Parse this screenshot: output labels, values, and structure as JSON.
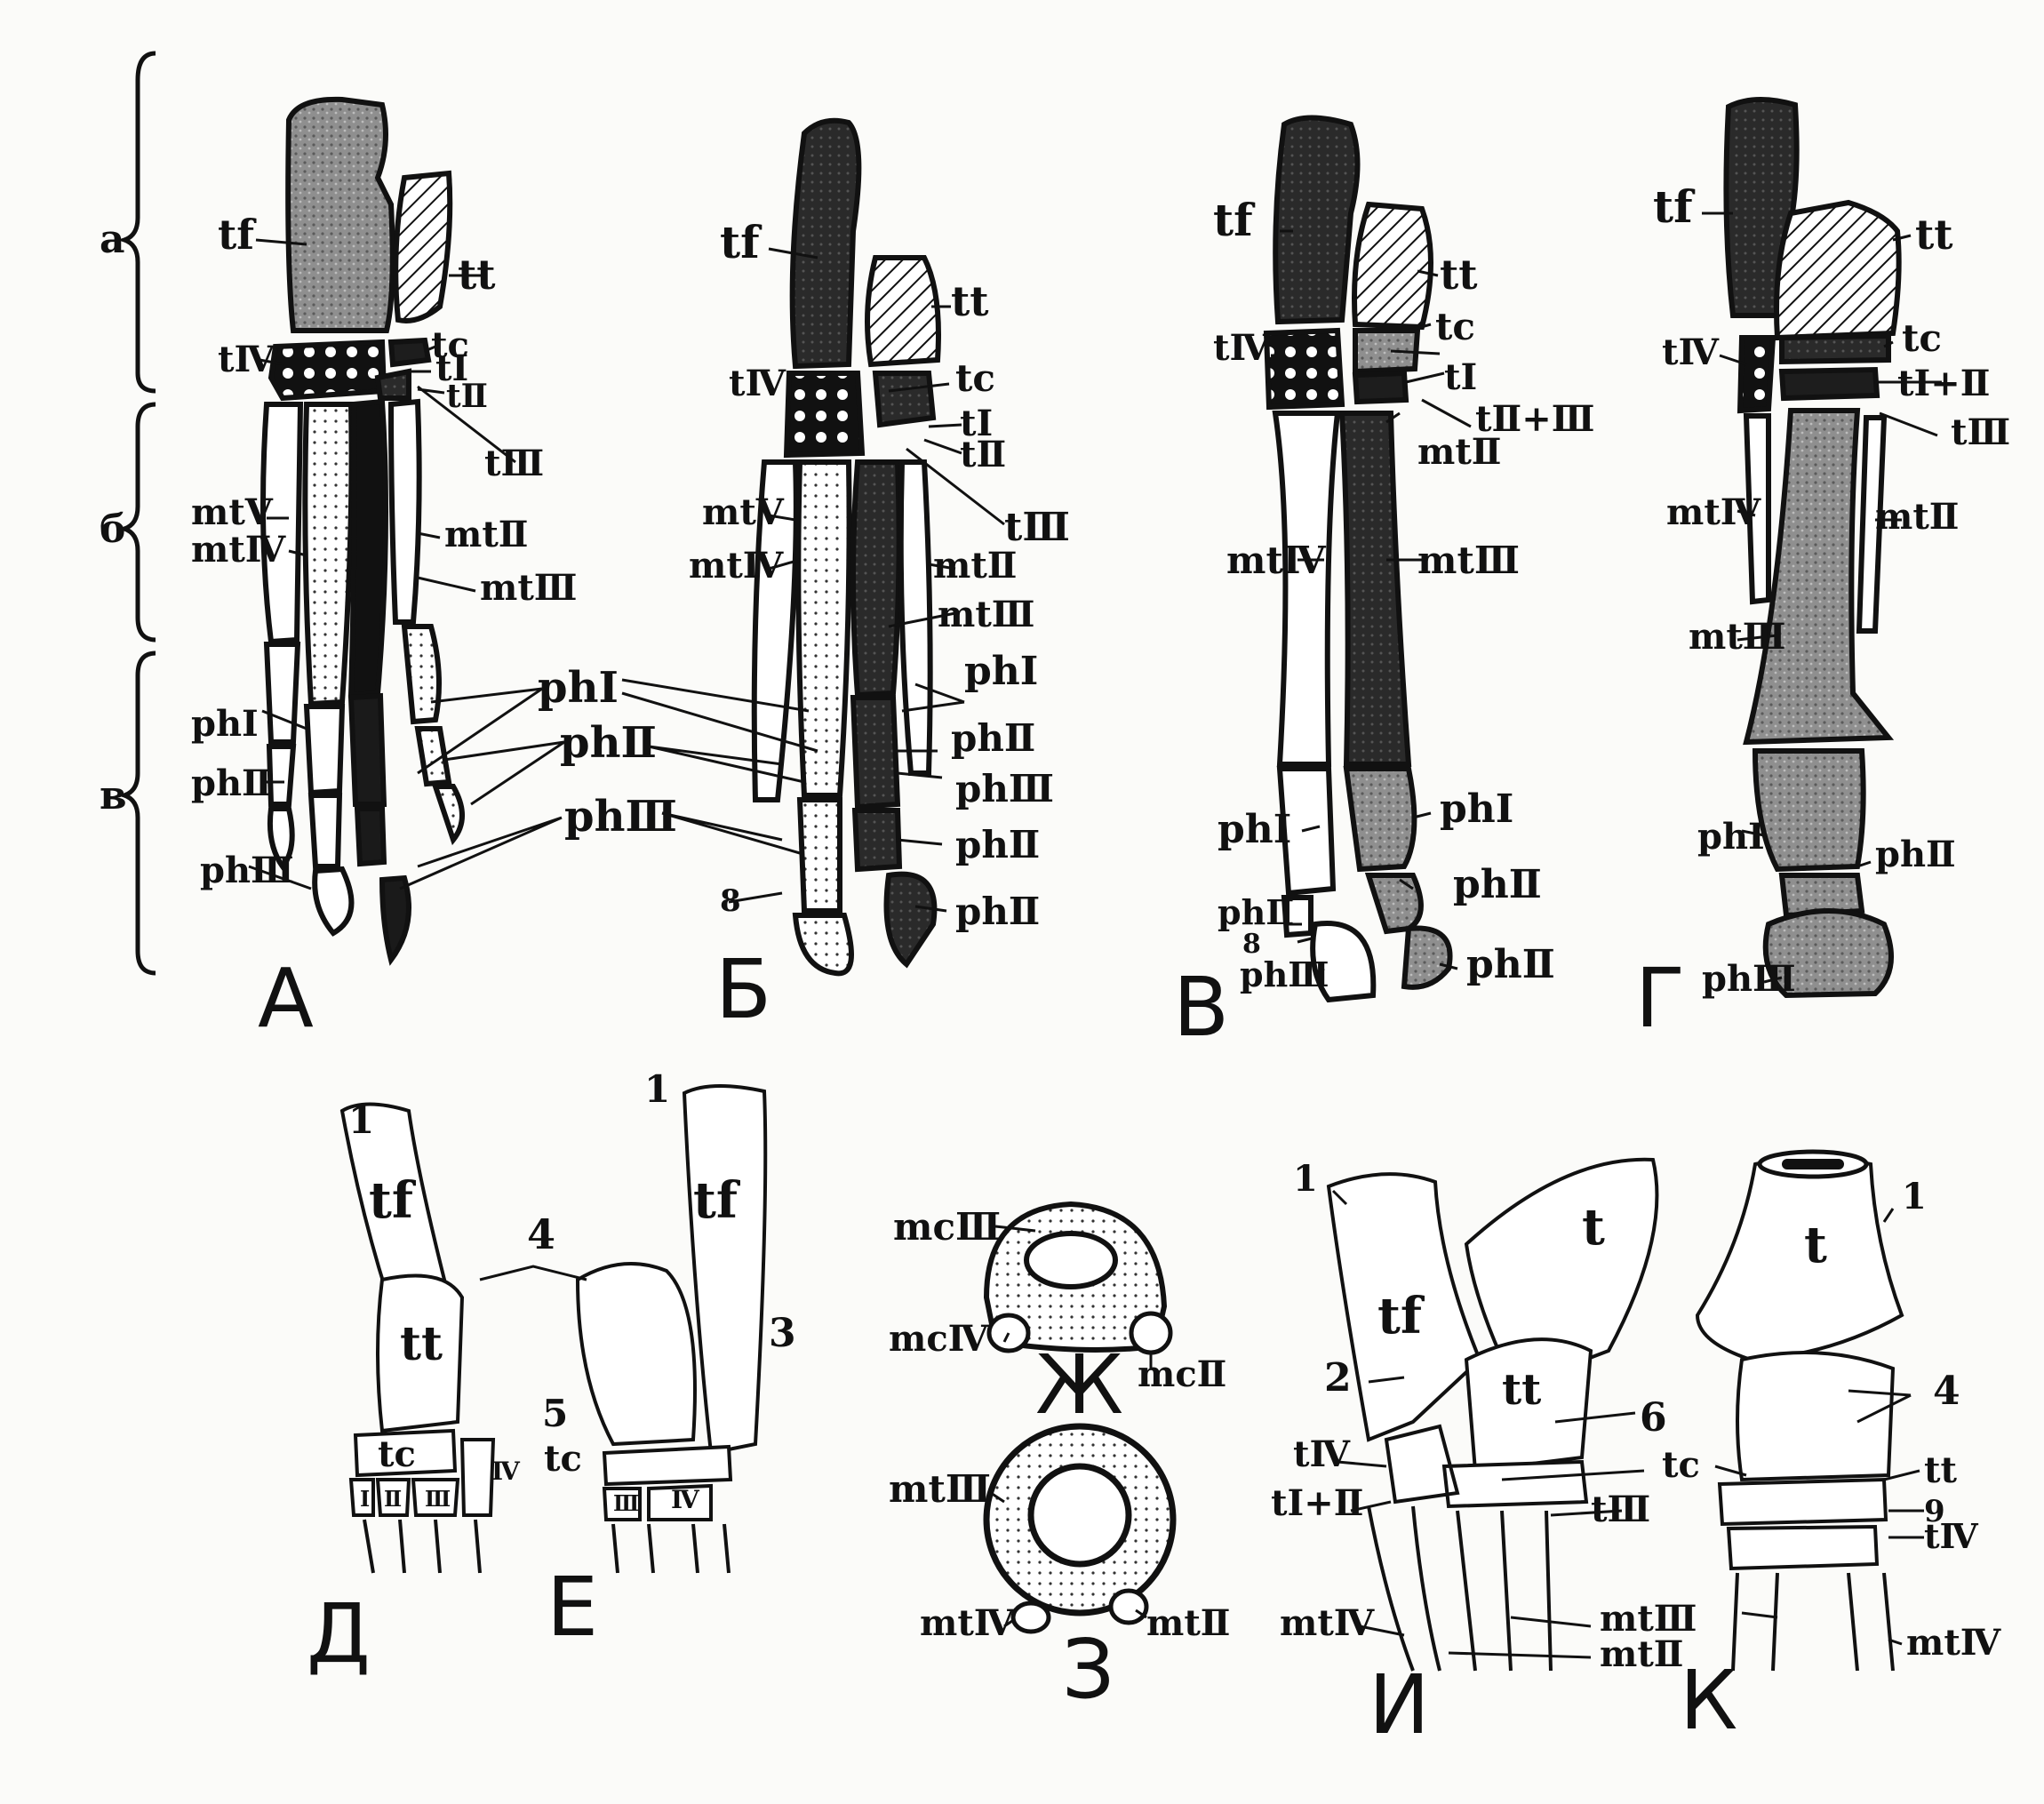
{
  "sections": [
    "а",
    "б",
    "в"
  ],
  "panels": [
    "А",
    "Б",
    "В",
    "Г",
    "Д",
    "Е",
    "Ж",
    "З",
    "И",
    "К"
  ],
  "labels": {
    "a": {
      "tf": "tf",
      "tt": "tt",
      "tIV": "tⅣ",
      "tc": "tc",
      "tI": "tⅠ",
      "tII": "tⅡ",
      "tIII": "tⅢ",
      "mtV": "mtⅤ",
      "mtIV": "mtⅣ",
      "mtII": "mtⅡ",
      "mtIII": "mtⅢ",
      "phI": "phⅠ",
      "phII": "phⅡ",
      "phIII": "phⅢ"
    },
    "center": {
      "phI": "phⅠ",
      "phII": "phⅡ",
      "phIII": "phⅢ"
    },
    "b": {
      "tf": "tf",
      "tt": "tt",
      "tIV": "tⅣ",
      "tc": "tc",
      "tI": "tⅠ",
      "tII": "tⅡ",
      "tIII": "tⅢ",
      "mtV": "mtⅤ",
      "mtIV": "mtⅣ",
      "mtII": "mtⅡ",
      "mtIII": "mtⅢ",
      "phI": "phⅠ",
      "phII": "phⅡ",
      "phIII": "phⅢ",
      "phII_lower": "phⅡ",
      "phII_bottom": "phⅡ",
      "n8": "8"
    },
    "v": {
      "tf": "tf",
      "tt": "tt",
      "tIV": "tⅣ",
      "tc": "tc",
      "tI": "tⅠ",
      "tII_III": "tⅡ+Ⅲ",
      "mtII": "mtⅡ",
      "mtIV": "mtⅣ",
      "mtIII": "mtⅢ",
      "phI_left": "phⅠ",
      "phI_right": "phⅠ",
      "phII_right": "phⅡ",
      "phII_left": "phⅡ",
      "n8": "8",
      "phIII": "phⅢ",
      "phII_bottom": "phⅡ"
    },
    "g": {
      "tf": "tf",
      "tt": "tt",
      "tIV": "tⅣ",
      "tc": "tc",
      "tI_II": "tⅠ+Ⅱ",
      "tIII": "tⅢ",
      "mtIV": "mtⅣ",
      "mtII": "mtⅡ",
      "mtIII": "mtⅢ",
      "phI": "phⅠ",
      "phII": "phⅡ",
      "phIII": "phⅢ"
    },
    "de": {
      "n1_left": "1",
      "tf_left": "tf",
      "tt": "tt",
      "tc_left": "tc",
      "I": "Ⅰ",
      "II": "Ⅱ",
      "III_left": "Ⅲ",
      "IV_left": "Ⅳ",
      "n4": "4",
      "n1_right": "1",
      "tf_right": "tf",
      "n3": "3",
      "n5": "5",
      "tc_right": "tc",
      "III_right": "Ⅲ",
      "IV_right": "Ⅳ"
    },
    "zh": {
      "mcIII": "mcⅢ",
      "mcIV": "mcⅣ",
      "mcII": "mcⅡ"
    },
    "z": {
      "mtIII": "mtⅢ",
      "mtIV": "mtⅣ",
      "mtII": "mtⅡ"
    },
    "ik": {
      "n1_left": "1",
      "tf": "tf",
      "t_left": "t",
      "n2": "2",
      "tt_left": "tt",
      "n6": "6",
      "tc": "tc",
      "tIII": "tⅢ",
      "tIV_left": "tⅣ",
      "tI_II": "tⅠ+Ⅱ",
      "mtIV_left": "mtⅣ",
      "mtIII": "mtⅢ",
      "mtII": "mtⅡ",
      "t_right": "t",
      "n1_right": "1",
      "n4": "4",
      "tt_right": "tt",
      "n9": "9",
      "tIV_right": "tⅣ",
      "mtIV_right": "mtⅣ"
    }
  }
}
